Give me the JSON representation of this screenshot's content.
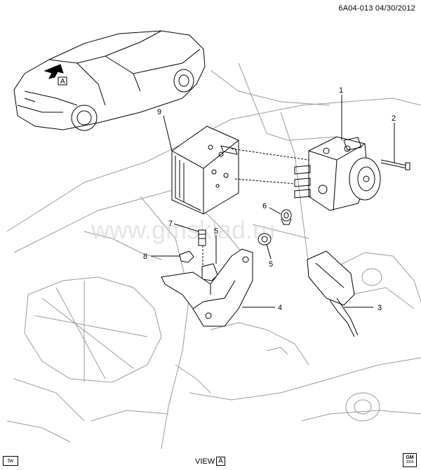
{
  "header": {
    "code": "6A04-013  04/30/2012"
  },
  "watermark": "www.gmsklad.ru",
  "callouts": {
    "c1": "1",
    "c2": "2",
    "c3": "3",
    "c4": "4",
    "c5a": "5",
    "c5b": "5",
    "c6": "6",
    "c7": "7",
    "c8": "8",
    "c9": "9"
  },
  "view_tag": "A",
  "footer": {
    "tw": "tw",
    "view_label": "VIEW",
    "view_box": "A",
    "gm_top": "GM",
    "gm_bottom": "2009"
  }
}
